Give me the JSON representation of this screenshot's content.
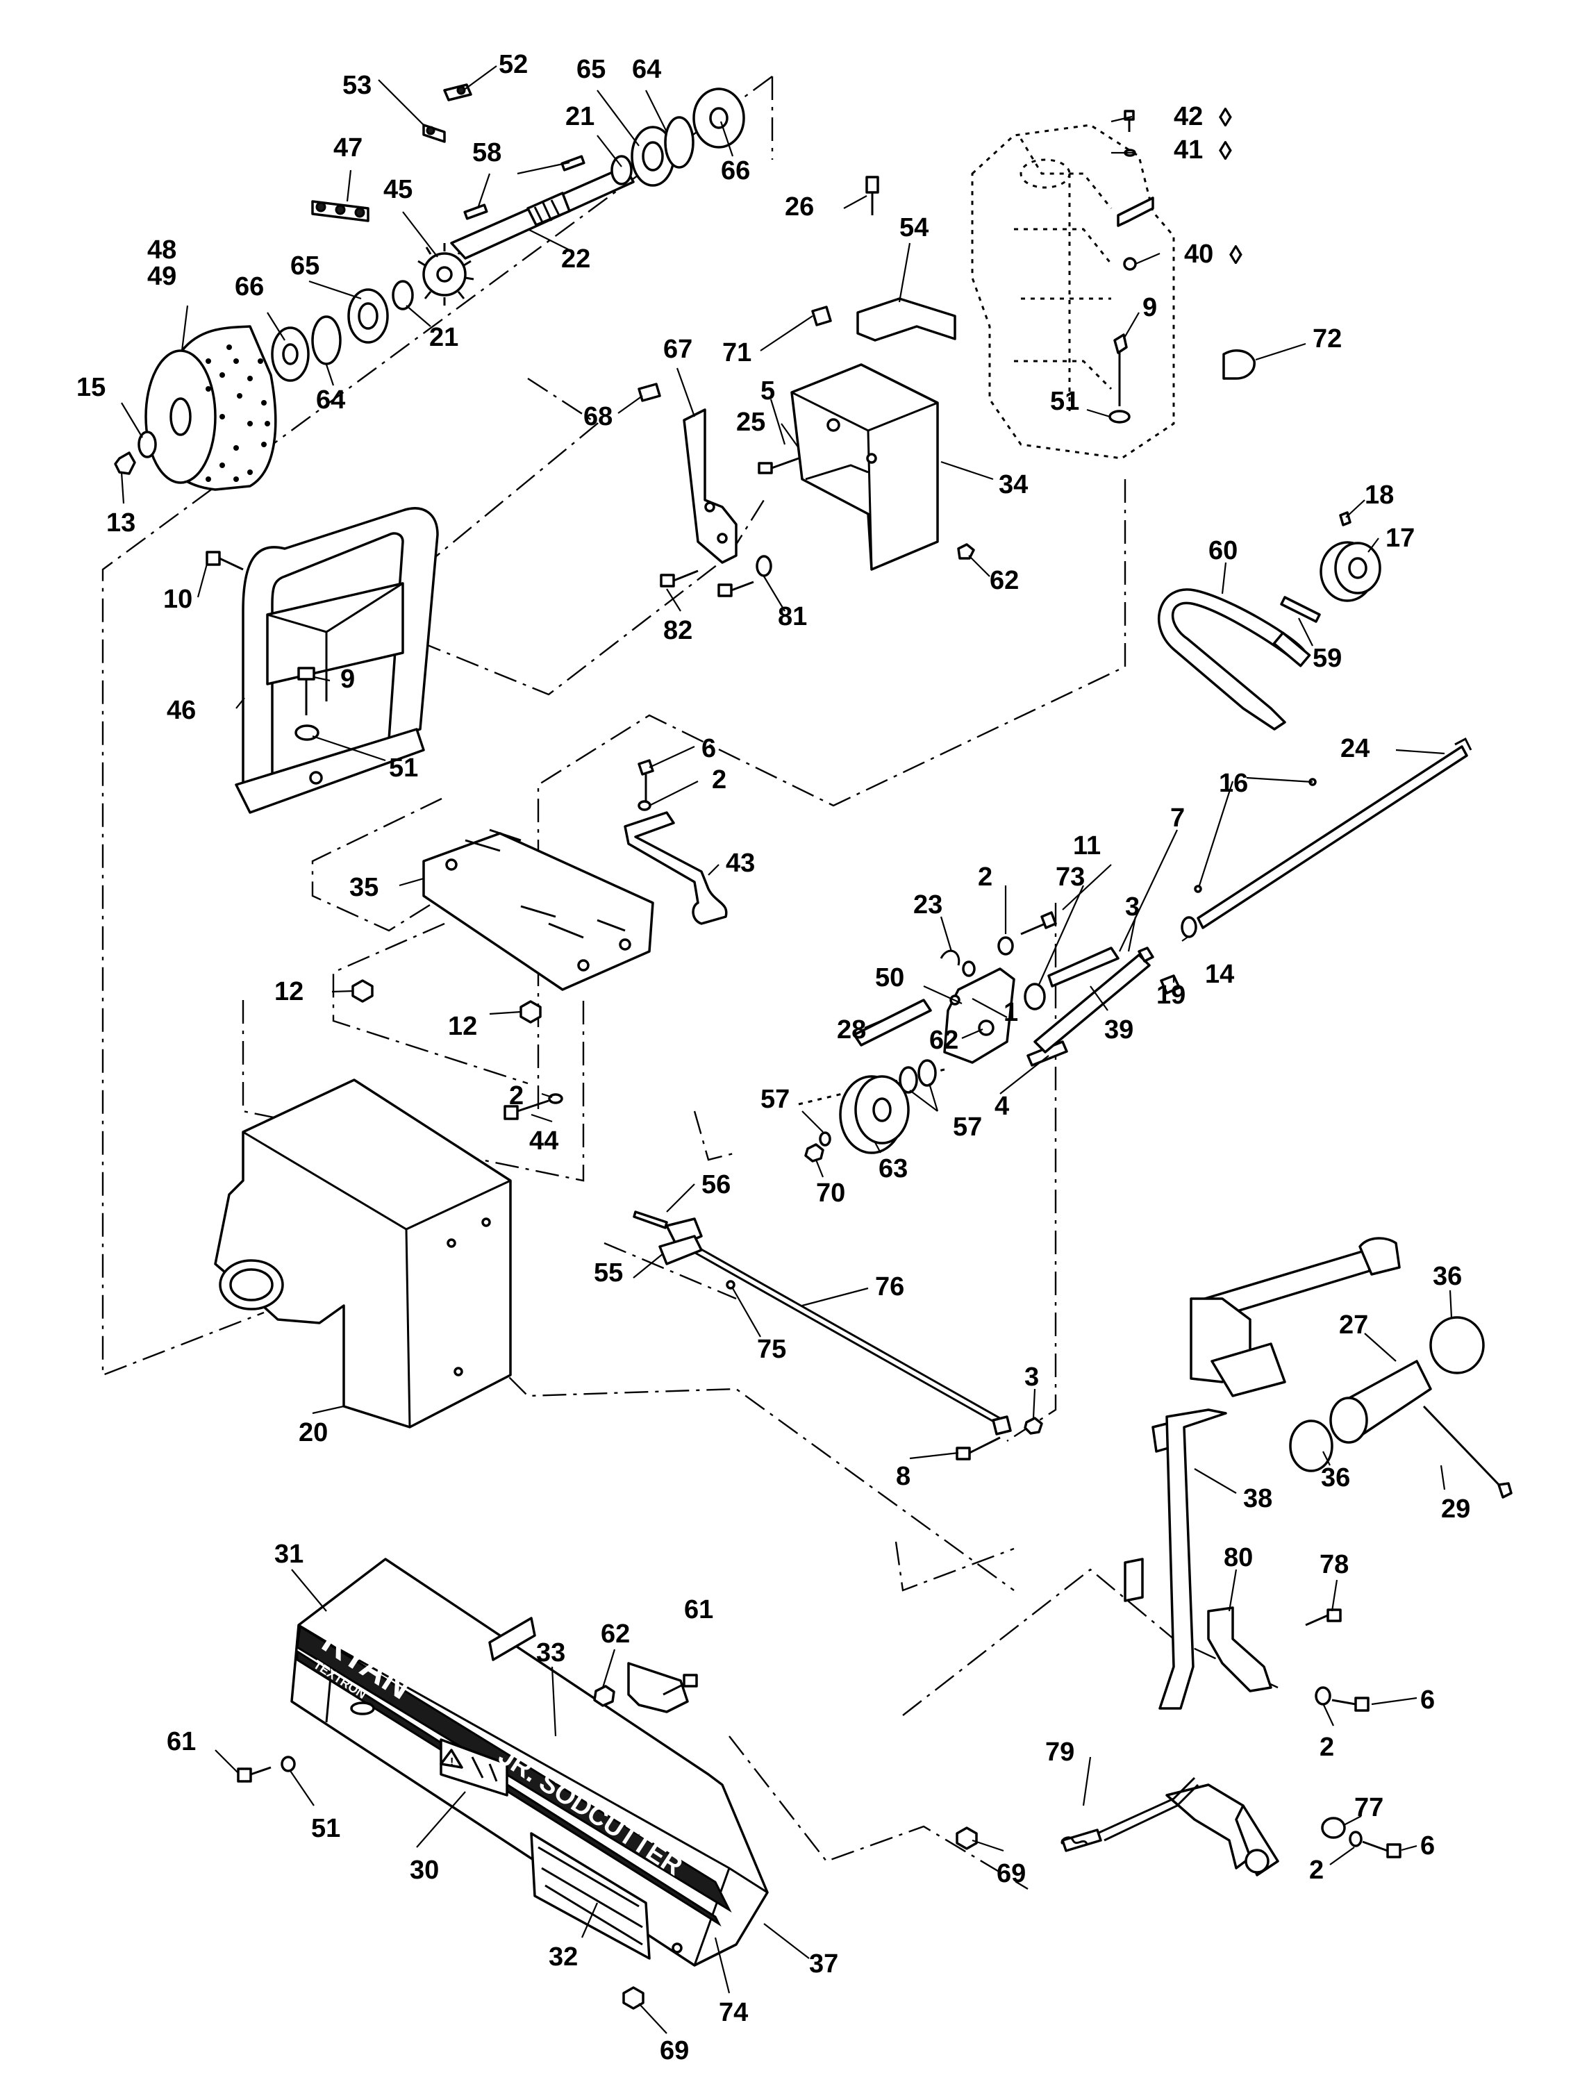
{
  "diagram": {
    "type": "exploded-parts-diagram",
    "callouts": [
      {
        "id": "c53",
        "label": "53"
      },
      {
        "id": "c52",
        "label": "52"
      },
      {
        "id": "c65a",
        "label": "65"
      },
      {
        "id": "c64a",
        "label": "64"
      },
      {
        "id": "c21a",
        "label": "21"
      },
      {
        "id": "c58",
        "label": "58"
      },
      {
        "id": "c66a",
        "label": "66"
      },
      {
        "id": "c47",
        "label": "47"
      },
      {
        "id": "c45",
        "label": "45"
      },
      {
        "id": "c22",
        "label": "22"
      },
      {
        "id": "c48",
        "label": "48"
      },
      {
        "id": "c49",
        "label": "49"
      },
      {
        "id": "c66b",
        "label": "66"
      },
      {
        "id": "c65b",
        "label": "65"
      },
      {
        "id": "c21b",
        "label": "21"
      },
      {
        "id": "c64b",
        "label": "64"
      },
      {
        "id": "c15",
        "label": "15"
      },
      {
        "id": "c13",
        "label": "13"
      },
      {
        "id": "c26",
        "label": "26"
      },
      {
        "id": "c54",
        "label": "54"
      },
      {
        "id": "c42",
        "label": "42"
      },
      {
        "id": "c41",
        "label": "41"
      },
      {
        "id": "c40",
        "label": "40"
      },
      {
        "id": "c9a",
        "label": "9"
      },
      {
        "id": "c72",
        "label": "72"
      },
      {
        "id": "c51a",
        "label": "51"
      },
      {
        "id": "c71",
        "label": "71"
      },
      {
        "id": "c67",
        "label": "67"
      },
      {
        "id": "c5",
        "label": "5"
      },
      {
        "id": "c68",
        "label": "68"
      },
      {
        "id": "c25",
        "label": "25"
      },
      {
        "id": "c34",
        "label": "34"
      },
      {
        "id": "c62a",
        "label": "62"
      },
      {
        "id": "c82",
        "label": "82"
      },
      {
        "id": "c81",
        "label": "81"
      },
      {
        "id": "c18",
        "label": "18"
      },
      {
        "id": "c17",
        "label": "17"
      },
      {
        "id": "c60",
        "label": "60"
      },
      {
        "id": "c59",
        "label": "59"
      },
      {
        "id": "c10",
        "label": "10"
      },
      {
        "id": "c9b",
        "label": "9"
      },
      {
        "id": "c46",
        "label": "46"
      },
      {
        "id": "c51b",
        "label": "51"
      },
      {
        "id": "c6a",
        "label": "6"
      },
      {
        "id": "c2a",
        "label": "2"
      },
      {
        "id": "c43",
        "label": "43"
      },
      {
        "id": "c35",
        "label": "35"
      },
      {
        "id": "c24",
        "label": "24"
      },
      {
        "id": "c16",
        "label": "16"
      },
      {
        "id": "c11",
        "label": "11"
      },
      {
        "id": "c7",
        "label": "7"
      },
      {
        "id": "c2b",
        "label": "2"
      },
      {
        "id": "c73",
        "label": "73"
      },
      {
        "id": "c23",
        "label": "23"
      },
      {
        "id": "c3a",
        "label": "3"
      },
      {
        "id": "c19",
        "label": "19"
      },
      {
        "id": "c14",
        "label": "14"
      },
      {
        "id": "c50",
        "label": "50"
      },
      {
        "id": "c1",
        "label": "1"
      },
      {
        "id": "c39",
        "label": "39"
      },
      {
        "id": "c28",
        "label": "28"
      },
      {
        "id": "c62b",
        "label": "62"
      },
      {
        "id": "c4",
        "label": "4"
      },
      {
        "id": "c12a",
        "label": "12"
      },
      {
        "id": "c12b",
        "label": "12"
      },
      {
        "id": "c57a",
        "label": "57"
      },
      {
        "id": "c57b",
        "label": "57"
      },
      {
        "id": "c63",
        "label": "63"
      },
      {
        "id": "c70",
        "label": "70"
      },
      {
        "id": "c2c",
        "label": "2"
      },
      {
        "id": "c44",
        "label": "44"
      },
      {
        "id": "c56",
        "label": "56"
      },
      {
        "id": "c55",
        "label": "55"
      },
      {
        "id": "c76",
        "label": "76"
      },
      {
        "id": "c75",
        "label": "75"
      },
      {
        "id": "c36a",
        "label": "36"
      },
      {
        "id": "c27",
        "label": "27"
      },
      {
        "id": "c3b",
        "label": "3"
      },
      {
        "id": "c36b",
        "label": "36"
      },
      {
        "id": "c20",
        "label": "20"
      },
      {
        "id": "c8",
        "label": "8"
      },
      {
        "id": "c38",
        "label": "38"
      },
      {
        "id": "c29",
        "label": "29"
      },
      {
        "id": "c31",
        "label": "31"
      },
      {
        "id": "c80",
        "label": "80"
      },
      {
        "id": "c78",
        "label": "78"
      },
      {
        "id": "c61a",
        "label": "61"
      },
      {
        "id": "c62c",
        "label": "62"
      },
      {
        "id": "c33",
        "label": "33"
      },
      {
        "id": "c6b",
        "label": "6"
      },
      {
        "id": "c2d",
        "label": "2"
      },
      {
        "id": "c79",
        "label": "79"
      },
      {
        "id": "c61b",
        "label": "61"
      },
      {
        "id": "c51c",
        "label": "51"
      },
      {
        "id": "c30",
        "label": "30"
      },
      {
        "id": "c77",
        "label": "77"
      },
      {
        "id": "c69a",
        "label": "69"
      },
      {
        "id": "c6c",
        "label": "6"
      },
      {
        "id": "c32",
        "label": "32"
      },
      {
        "id": "c2e",
        "label": "2"
      },
      {
        "id": "c37",
        "label": "37"
      },
      {
        "id": "c74",
        "label": "74"
      },
      {
        "id": "c69b",
        "label": "69"
      }
    ],
    "markers": [
      {
        "id": "m42",
        "symbol": "◊"
      },
      {
        "id": "m41",
        "symbol": "◊"
      },
      {
        "id": "m40",
        "symbol": "◊"
      }
    ],
    "decal": {
      "brand": "RYAN",
      "subbrand": "TEXTRON",
      "product": "JR. SODCUTTER"
    }
  }
}
